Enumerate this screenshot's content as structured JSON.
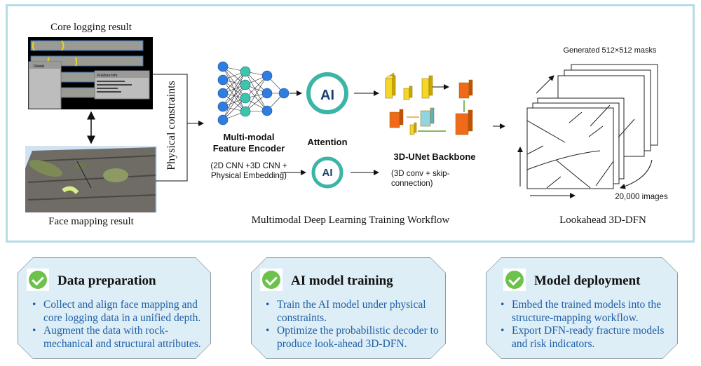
{
  "workflow": {
    "core_logging_label": "Core logging result",
    "face_mapping_label": "Face mapping result",
    "physical_constraints_label": "Physical constraints",
    "encoder_title": "Multi-modal Feature Encoder",
    "encoder_detail": "(2D CNN +3D CNN + Physical Embedding)",
    "attention_label": "Attention",
    "ai_badge": "AI",
    "unet_title": "3D-UNet Backbone",
    "unet_detail": "(3D conv + skip-connection)",
    "workflow_caption": "Multimodal Deep Learning Training Workflow",
    "masks_label": "Generated 512×512 masks",
    "images_count_label": "20,000 images",
    "dfn_caption": "Lookahead 3D-DFN",
    "core_panel": {
      "details": "Details",
      "fracture_info": "Fracture Info"
    }
  },
  "cards": [
    {
      "title": "Data preparation",
      "bullets": [
        "Collect and align face mapping and core logging data in a unified depth.",
        "Augment the data with rock-mechanical and structural attributes."
      ]
    },
    {
      "title": "AI model training",
      "bullets": [
        "Train the AI model under physical constraints.",
        "Optimize the probabilistic decoder to produce look-ahead 3D-DFN."
      ]
    },
    {
      "title": "Model deployment",
      "bullets": [
        "Embed the trained models into the structure-mapping workflow.",
        "Export DFN-ready fracture models and risk indicators."
      ]
    }
  ],
  "colors": {
    "frame": "#b5dde8",
    "card_fill": "#ddeef7",
    "bullet_text": "#1f5fa6",
    "check": "#6cc24a",
    "ai_ring": "#3bb5a6",
    "ai_text": "#1b3f6e"
  }
}
